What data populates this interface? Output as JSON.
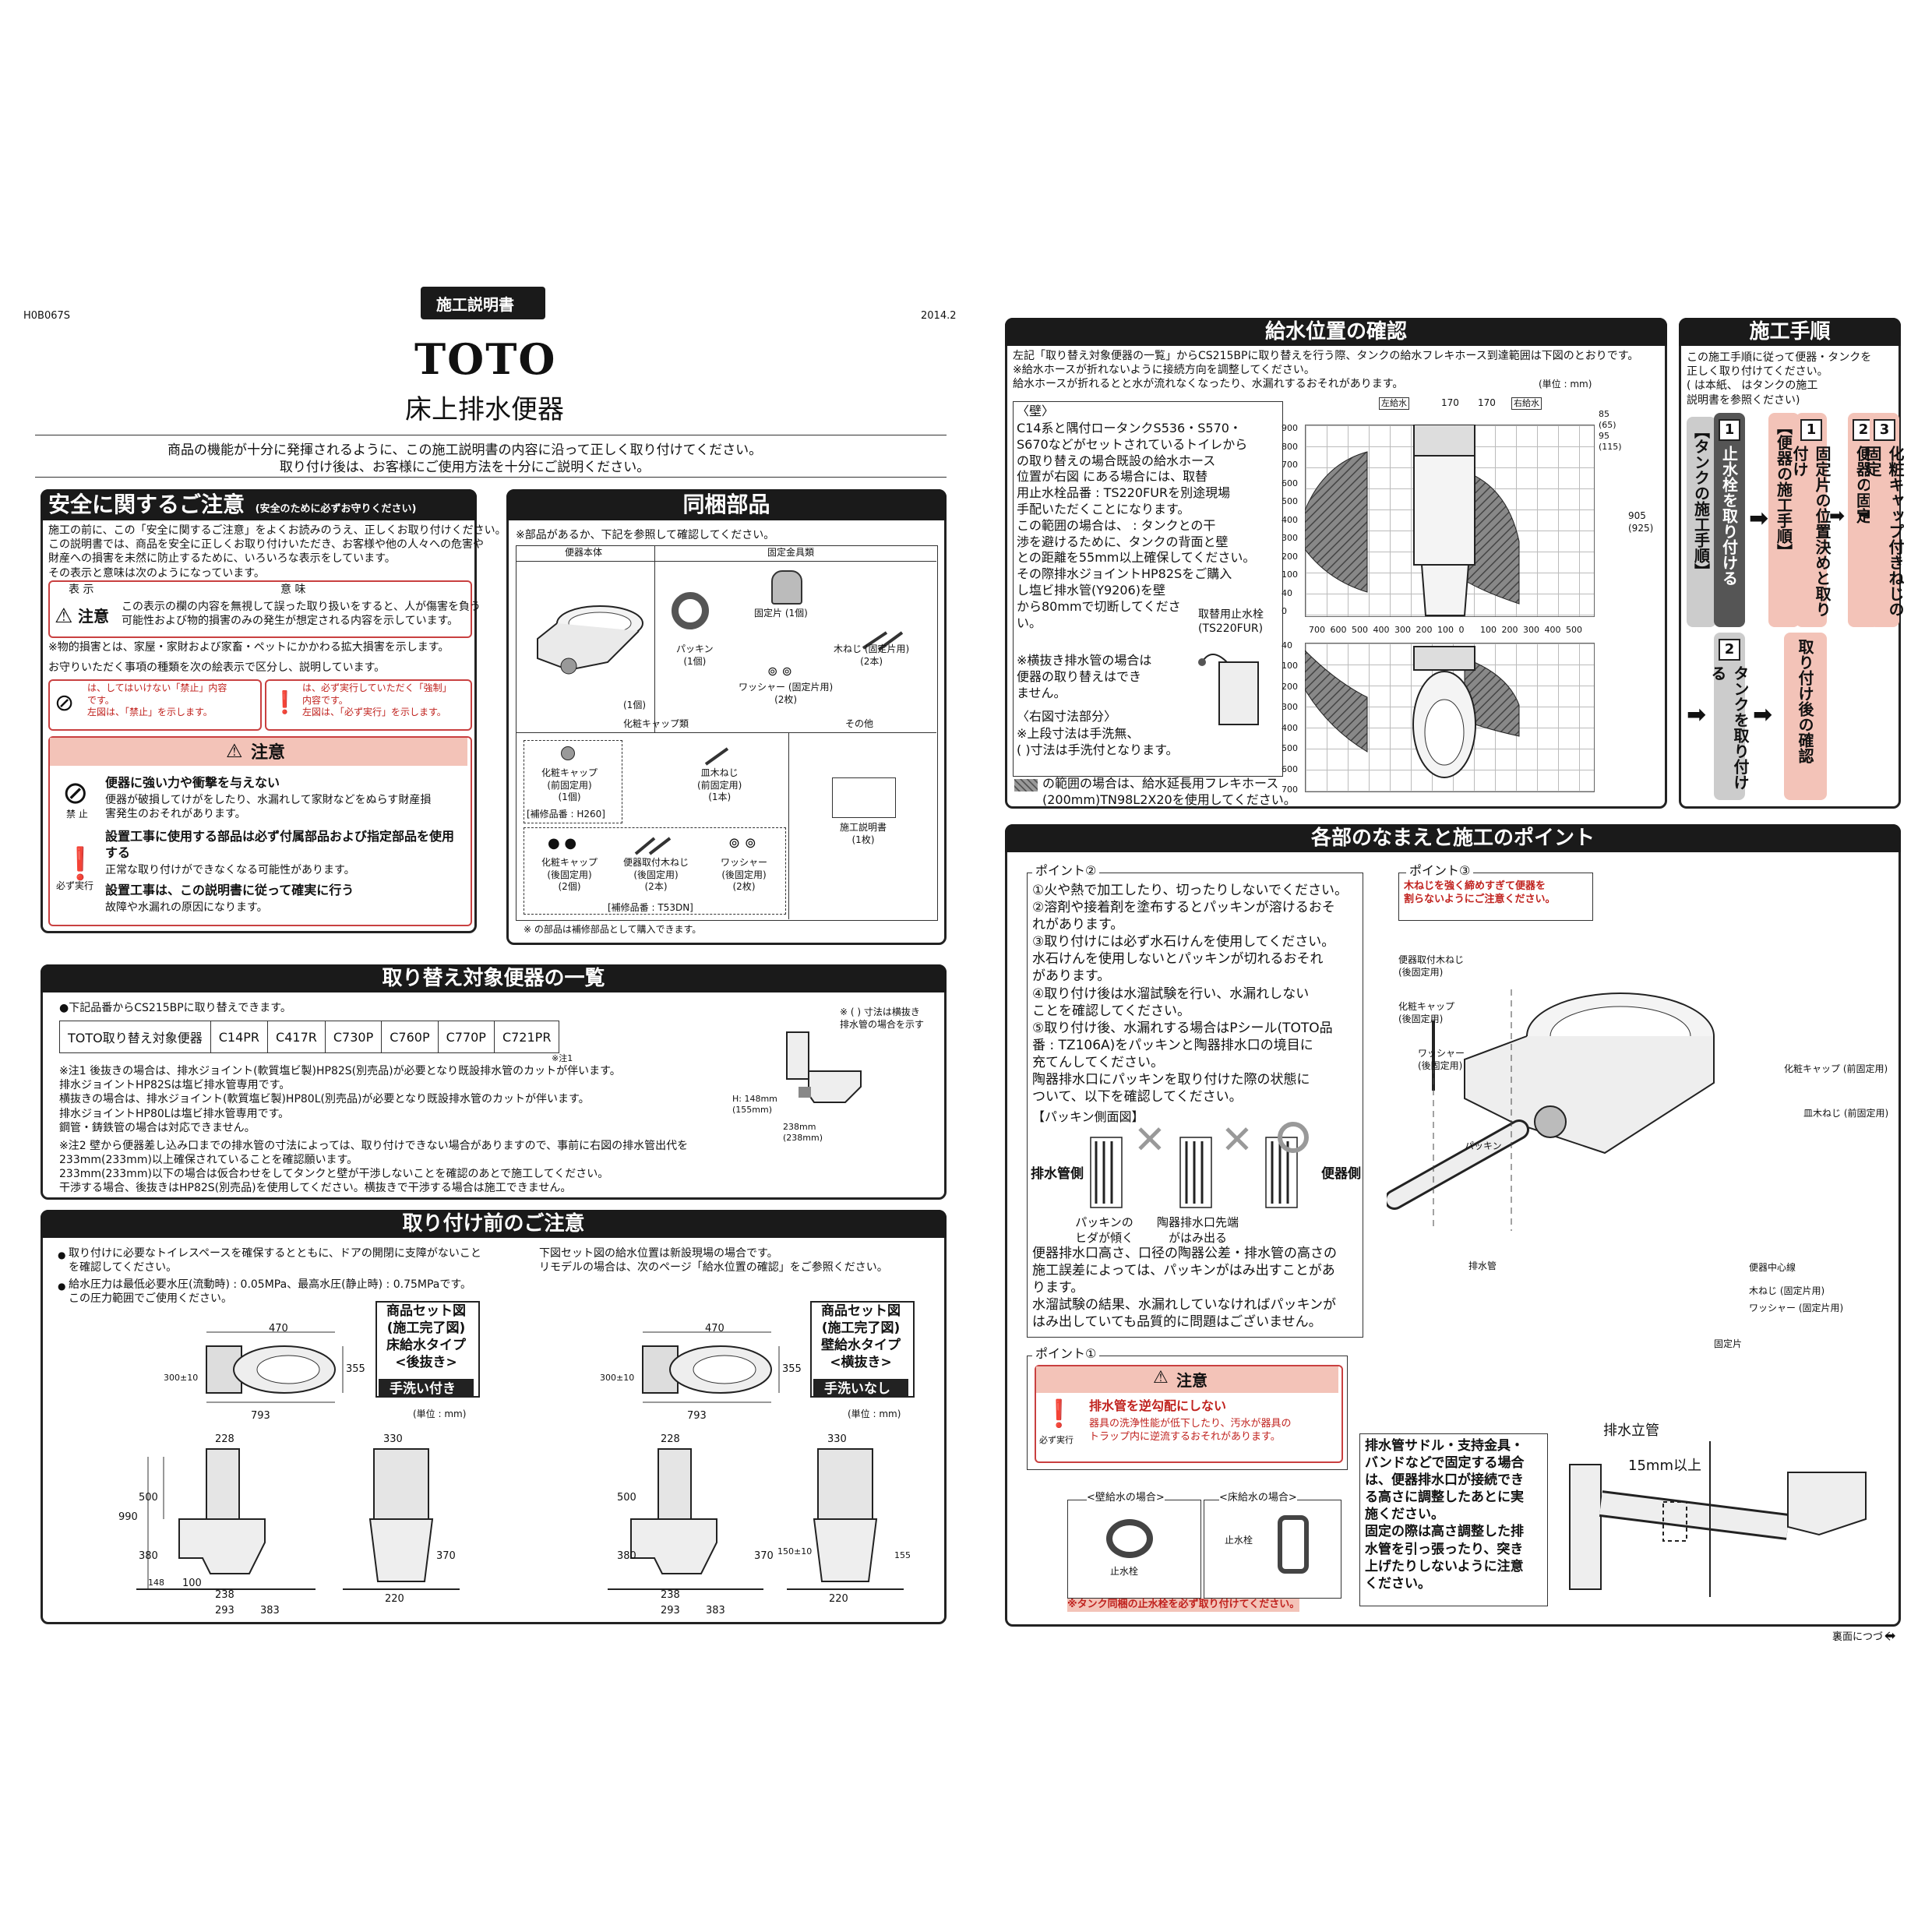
{
  "doc_code": "H0B067S",
  "doc_date": "2014.2",
  "doc_type": "施工説明書",
  "brand": "TOTO",
  "title": "床上排水便器",
  "intro": "商品の機能が十分に発揮されるように、この施工説明書の内容に沿って正しく取り付けてください。\n取り付け後は、お客様にご使用方法を十分にご説明ください。",
  "safety": {
    "heading": "安全に関するご注意",
    "heading_sub": "(安全のために必ずお守りください)",
    "intro": "施工の前に、この「安全に関するご注意」をよくお読みのうえ、正しくお取り付けください。\nこの説明書では、商品を安全に正しくお取り付けいただき、お客様や他の人々への危害や\n財産への損害を未然に防止するために、いろいろな表示をしています。\nその表示と意味は次のようになっています。",
    "col_display": "表 示",
    "col_meaning": "意 味",
    "caution_label": "注意",
    "caution_meaning": "この表示の欄の内容を無視して誤った取り扱いをすると、人が傷害を負う\n可能性および物的損害のみの発生が想定される内容を示しています。",
    "note1": "※物的損害とは、家屋・家財および家畜・ペットにかかわる拡大損害を示します。",
    "note2": "お守りいただく事項の種類を次の絵表示で区分し、説明しています。",
    "prohibit_text": "は、してはいけない「禁止」内容\nです。\n左図は、「禁止」を示します。",
    "mandatory_text": "は、必ず実行していただく「強制」\n内容です。\n左図は、「必ず実行」を示します。",
    "caution_box_title": "注意",
    "items": [
      {
        "icon_label": "禁 止",
        "title": "便器に強い力や衝撃を与えない",
        "body": "便器が破損してけがをしたり、水漏れして家財などをぬらす財産損\n害発生のおそれがあります。"
      },
      {
        "icon_label": "必ず実行",
        "title": "設置工事に使用する部品は必ず付属部品および指定部品を使用\nする",
        "body": "正常な取り付けができなくなる可能性があります。"
      },
      {
        "icon_label": "",
        "title": "設置工事は、この説明書に従って確実に行う",
        "body": "故障や水漏れの原因になります。"
      }
    ]
  },
  "parts": {
    "heading": "同梱部品",
    "note": "※部品があるか、下記を参照して確認してください。",
    "col_body": "便器本体",
    "col_fixing": "固定金具類",
    "body_qty": "(1個)",
    "items_fixing": [
      {
        "name": "固定片 (1個)"
      },
      {
        "name": "パッキン\n(1個)"
      },
      {
        "name": "木ねじ (固定片用)\n(2本)"
      },
      {
        "name": "ワッシャー (固定片用)\n(2枚)"
      }
    ],
    "col_cap": "化粧キャップ類",
    "col_other": "その他",
    "caps_front": [
      {
        "name": "化粧キャップ\n(前固定用)\n(1個)"
      },
      {
        "name": "皿木ねじ\n(前固定用)\n(1本)"
      }
    ],
    "repair_front": "[補修品番 : H260]",
    "caps_rear": [
      {
        "name": "化粧キャップ\n(後固定用)\n(2個)"
      },
      {
        "name": "便器取付木ねじ\n(後固定用)\n(2本)"
      },
      {
        "name": "ワッシャー\n(後固定用)\n(2枚)"
      }
    ],
    "repair_rear": "[補修品番 : T53DN]",
    "other_item": "施工説明書\n(1枚)",
    "footer_note": "※     の部品は補修部品として購入できます。"
  },
  "replacement": {
    "heading": "取り替え対象便器の一覧",
    "lead": "●下記品番からCS215BPに取り替えできます。",
    "table_head": "TOTO取り替え対象便器",
    "models": [
      "C14PR",
      "C417R",
      "C730P",
      "C760P",
      "C770P",
      "C721PR"
    ],
    "model_note": "※注1",
    "side_note": "※ ( ) 寸法は横抜き\n排水管の場合を示す",
    "dim_h": "H: 148mm\n(155mm)",
    "dim_w": "238mm\n(238mm)",
    "note1": "※注1  後抜きの場合は、排水ジョイント(軟質塩ビ製)HP82S(別売品)が必要となり既設排水管のカットが伴います。\n排水ジョイントHP82Sは塩ビ排水管専用です。\n横抜きの場合は、排水ジョイント(軟質塩ビ製)HP80L(別売品)が必要となり既設排水管のカットが伴います。\n排水ジョイントHP80Lは塩ビ排水管専用です。\n鋼管・鋳鉄管の場合は対応できません。",
    "note2": "※注2  壁から便器差し込み口までの排水管の寸法によっては、取り付けできない場合がありますので、事前に右図の排水管出代を\n233mm(233mm)以上確保されていることを確認願います。\n233mm(233mm)以下の場合は仮合わせをしてタンクと壁が干渉しないことを確認のあとで施工してください。",
    "note3": "干渉する場合、後抜きはHP82S(別売品)を使用してください。横抜きで干渉する場合は施工できません。"
  },
  "before_install": {
    "heading": "取り付け前のご注意",
    "bullets": [
      "取り付けに必要なトイレスペースを確保するとともに、ドアの開閉に支障がないこと\nを確認してください。",
      "給水圧力は最低必要水圧(流動時) : 0.05MPa、最高水圧(静止時) : 0.75MPaです。\nこの圧力範囲でご使用ください。"
    ],
    "right_text": "下図セット図の給水位置は新設現場の場合です。\nリモデルの場合は、次のページ「給水位置の確認」をご参照ください。",
    "set1_label": "商品セット図\n(施工完了図)\n床給水タイプ\n<後抜き>",
    "set1_badge": "手洗い付き",
    "set2_label": "商品セット図\n(施工完了図)\n壁給水タイプ\n<横抜き>",
    "set2_badge": "手洗いなし",
    "unit": "(単位 : mm)",
    "dims1": [
      "470",
      "355",
      "300±10",
      "793",
      "228",
      "500",
      "990",
      "380",
      "148",
      "100",
      "238",
      "293",
      "383",
      "330",
      "370",
      "220"
    ],
    "dims2": [
      "470",
      "355",
      "300±10",
      "793",
      "228",
      "500",
      "380",
      "238",
      "293",
      "383",
      "330",
      "370",
      "150±10",
      "155",
      "220"
    ]
  },
  "water_position": {
    "heading": "給水位置の確認",
    "lead": "左記「取り替え対象便器の一覧」からCS215BPに取り替えを行う際、タンクの給水フレキホース到達範囲は下図のとおりです。\n※給水ホースが折れないように接続方向を調整してください。\n  給水ホースが折れるとと水が流れなくなったり、水漏れするおそれがあります。",
    "unit": "(単位 : mm)",
    "wall_title": "〈壁〉",
    "wall_text": "C14系と隅付ロータンクS536・S570・\nS670などがセットされているトイレから\nの取り替えの場合既設の給水ホース\n位置が右図      にある場合には、取替\n用止水栓品番 : TS220FURを別途現場\n手配いただくことになります。\nこの範囲の場合は、     : タンクとの干\n渉を避けるために、タンクの背面と壁\nとの距離を55mm以上確保してください。\nその際排水ジョイントHP82Sをご購入\nし塩ビ排水管(Y9206)を壁\nから80mmで切断してくださ\nい。",
    "valve_label": "取替用止水栓\n(TS220FUR)",
    "rear_note": "※横抜き排水管の場合は\n  便器の取り替えはでき\n  ません。",
    "dim_title": "〈右図寸法部分〉",
    "dim_note": "※上段寸法は手洗無、\n  ( )寸法は手洗付となります。",
    "hatch_note": "の範囲の場合は、給水延長用フレキホース\n(200mm)TN98L2X20を使用してください。",
    "left_label": "左給水",
    "right_label": "右給水",
    "top_dims": [
      "170",
      "170"
    ],
    "right_dims": [
      "85\n(65)",
      "95\n(115)",
      "905\n(925)"
    ],
    "y_ticks_top": [
      "900",
      "800",
      "700",
      "600",
      "500",
      "400",
      "300",
      "200",
      "100",
      "40",
      "0"
    ],
    "x_ticks": [
      "700",
      "600",
      "500",
      "400",
      "300",
      "200",
      "100",
      "0",
      "100",
      "200",
      "300",
      "400",
      "500"
    ],
    "y_ticks_bottom": [
      "40",
      "100",
      "200",
      "300",
      "400",
      "500",
      "600",
      "700"
    ]
  },
  "procedure": {
    "heading": "施工手順",
    "lead": "この施工手順に従って便器・タンクを\n正しく取り付けてください。\n(      は本紙、      はタンクの施工\n説明書を参照ください)",
    "tank_group": "【タンクの施工手順】",
    "toilet_group": "【便器の施工手順】",
    "steps_tank": [
      {
        "num": "1",
        "label": "止水栓を取り付ける"
      },
      {
        "num": "2",
        "label": "タンクを取り付ける"
      }
    ],
    "steps_toilet": [
      {
        "num": "1",
        "label": "固定片の位置決めと取り付け"
      },
      {
        "num": "2",
        "label": "便器の固定"
      },
      {
        "num": "3",
        "label": "化粧キャップ付きねじの固定"
      }
    ],
    "after_check": "取り付け後の確認"
  },
  "names": {
    "heading": "各部のなまえと施工のポイント",
    "point2_title": "ポイント②",
    "point2_text": "①火や熱で加工したり、切ったりしないでください。\n②溶剤や接着剤を塗布するとパッキンが溶けるおそ\n  れがあります。\n③取り付けには必ず水石けんを使用してください。\n  水石けんを使用しないとパッキンが切れるおそれ\n  があります。\n④取り付け後は水溜試験を行い、水漏れしない\n  ことを確認してください。\n⑤取り付け後、水漏れする場合はPシール(TOTO品\n  番 : TZ106A)をパッキンと陶器排水口の境目に\n  充てんしてください。\n  陶器排水口にパッキンを取り付けた際の状態に\n  ついて、以下を確認してください。",
    "packing_title": "【パッキン側面図】",
    "drain_side": "排水管側",
    "toilet_side": "便器側",
    "packing_bad1": "パッキンの\nヒダが傾く",
    "packing_bad2": "陶器排水口先端\nがはみ出る",
    "packing_note": "便器排水口高さ、口径の陶器公差・排水管の高さの\n施工誤差によっては、パッキンがはみ出すことがあ\nります。\n水溜試験の結果、水漏れしていなければパッキンが\nはみ出していても品質的に問題はございません。",
    "point3_title": "ポイント③",
    "point3_text": "木ねじを強く締めすぎて便器を\n割らないようにご注意ください。",
    "point1_title": "ポイント①",
    "point1_caution": "注意",
    "point1_head": "排水管を逆勾配にしない",
    "point1_body": "器具の洗浄性能が低下したり、汚水が器具の\nトラップ内に逆流するおそれがあります。",
    "must_do": "必ず実行",
    "labels": [
      "便器取付木ねじ\n(後固定用)",
      "化粧キャップ\n(後固定用)",
      "ワッシャー\n(後固定用)",
      "化粧キャップ (前固定用)",
      "皿木ねじ (前固定用)",
      "パッキン",
      "排水管",
      "便器中心線",
      "木ねじ (固定片用)",
      "ワッシャー (固定片用)",
      "固定片"
    ],
    "wall_supply": "<壁給水の場合>",
    "floor_supply": "<床給水の場合>",
    "stop_valve": "止水栓",
    "stop_note": "※タンク同梱の止水栓を必ず取り付けてください。",
    "saddle_text": "排水管サドル・支持金具・\nバンドなどで固定する場合\nは、便器排水口が接続でき\nる高さに調整したあとに実\n施ください。\n固定の際は高さ調整した排\n水管を引っ張ったり、突き\n上げたりしないように注意\nください。",
    "stack_label": "排水立管",
    "stack_dim": "15mm以上",
    "continue": "裏面につづく"
  }
}
